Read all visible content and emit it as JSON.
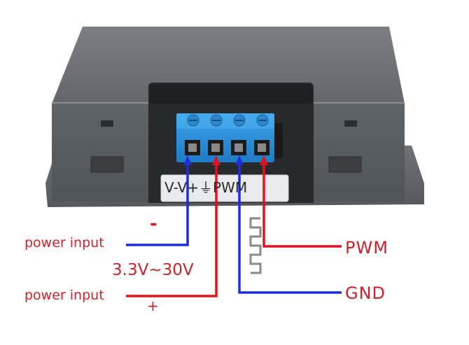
{
  "terminal_panel_label": "V-V+⏚PWM",
  "labels": {
    "power_input_negative": "power input",
    "negative_sign": "-",
    "voltage_range": "3.3V~30V",
    "power_input_positive": "power input",
    "positive_sign": "+",
    "pwm": "PWM",
    "gnd": "GND"
  },
  "colors": {
    "negative_wire": "#1c2fd6",
    "positive_wire": "#e0141c",
    "label_text": "#c8242b",
    "device_body": "#5d6266",
    "terminal_block": "#2a8fd6"
  },
  "icons": [
    "ground-icon",
    "pwm-waveform-icon"
  ]
}
